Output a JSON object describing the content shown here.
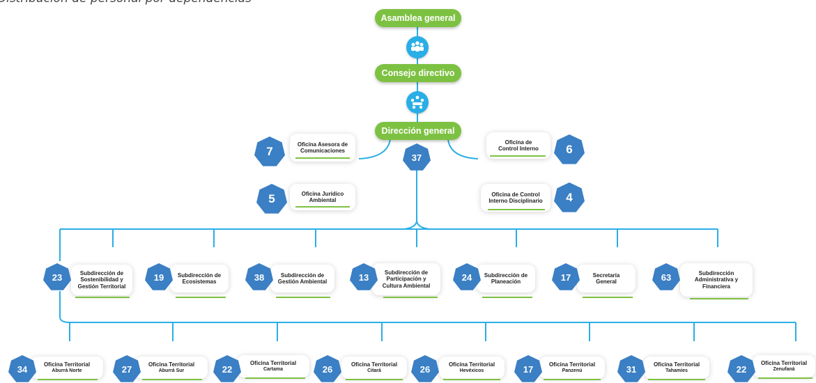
{
  "heading": "Distribución de personal por dependencias",
  "colors": {
    "green": "#7dc142",
    "blue": "#3b7fc4",
    "line": "#29aee6"
  },
  "top": [
    {
      "label": "Asamblea general",
      "icon": "people-group-icon"
    },
    {
      "label": "Consejo directivo",
      "icon": "meeting-table-icon"
    },
    {
      "label": "Dirección general",
      "count": "37"
    }
  ],
  "staff_offices": [
    {
      "label": "Oficina Asesora de Comunicaciones",
      "count": "7"
    },
    {
      "label": "Oficina de Control Interno",
      "count": "6"
    },
    {
      "label": "Oficina Jurídico Ambiental",
      "count": "5"
    },
    {
      "label": "Oficina de Control Interno Disciplinario",
      "count": "4"
    }
  ],
  "subdirecciones": [
    {
      "label": "Subdirección de Sostenibilidad y Gestión Territorial",
      "count": "23"
    },
    {
      "label": "Subdirección de Ecosistemas",
      "count": "19"
    },
    {
      "label": "Subdirección de Gestión Ambiental",
      "count": "38"
    },
    {
      "label": "Subdirección de Participación y Cultura Ambiental",
      "count": "13"
    },
    {
      "label": "Subdirección de Planeación",
      "count": "24"
    },
    {
      "label": "Secretaría General",
      "count": "17"
    },
    {
      "label": "Subdirección Administrativa y Financiera",
      "count": "63"
    }
  ],
  "territoriales": [
    {
      "label": "Oficina Territorial",
      "sub": "Aburrá Norte",
      "count": "34"
    },
    {
      "label": "Oficina Territorial",
      "sub": "Aburrá Sur",
      "count": "27"
    },
    {
      "label": "Oficina Territorial",
      "sub": "Cartama",
      "count": "22"
    },
    {
      "label": "Oficina Territorial",
      "sub": "Citará",
      "count": "26"
    },
    {
      "label": "Oficina Territorial",
      "sub": "Hevéxicos",
      "count": "26"
    },
    {
      "label": "Oficina Territorial",
      "sub": "Panzenú",
      "count": "17"
    },
    {
      "label": "Oficina Territorial",
      "sub": "Tahamíes",
      "count": "31"
    },
    {
      "label": "Oficina Territorial",
      "sub": "Zenufaná",
      "count": "22"
    }
  ]
}
